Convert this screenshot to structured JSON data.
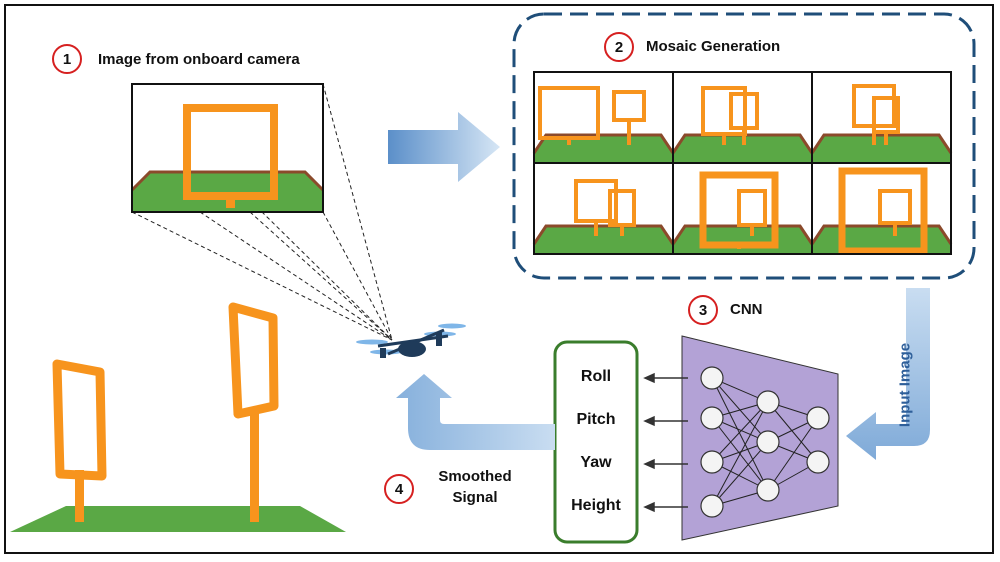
{
  "steps": [
    {
      "number": "1",
      "label": "Image from onboard camera"
    },
    {
      "number": "2",
      "label": "Mosaic Generation"
    },
    {
      "number": "3",
      "label": "CNN"
    },
    {
      "number": "4",
      "label": "Smoothed Signal"
    }
  ],
  "smoothed": {
    "line1": "Smoothed",
    "line2": "Signal"
  },
  "input_label": "Input Image",
  "controls": [
    "Roll",
    "Pitch",
    "Yaw",
    "Height"
  ],
  "colors": {
    "gate": "#f7941d",
    "grass": "#5aa845",
    "dirt": "#8b4a2b",
    "badge_ring": "#d62020",
    "mosaic_border": "#1f4e79",
    "arrow_blue": "#9ec3e6",
    "cnn_fill": "#b3a2d6",
    "output_border": "#3a7d2c",
    "drone": "#1f3b5a"
  },
  "cnn_layers": [
    4,
    3,
    2
  ]
}
